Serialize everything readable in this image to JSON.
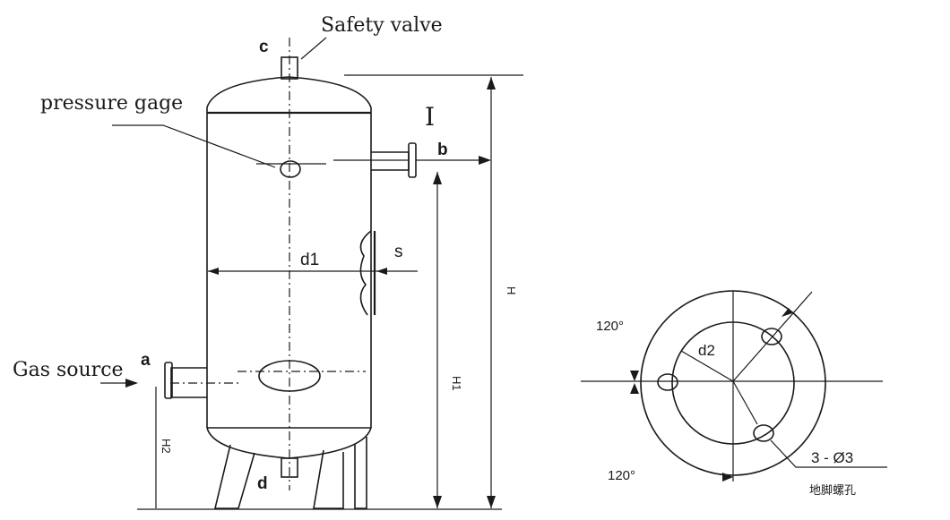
{
  "labels": {
    "safety_valve": "Safety valve",
    "pressure_gage": "pressure gage",
    "gas_source": "Gas source",
    "roman_one": "I",
    "port_a": "a",
    "port_b": "b",
    "port_c": "c",
    "port_d": "d",
    "diameter_d1": "d1",
    "thickness_s": "s",
    "height_total": "H",
    "height_outlet": "H1",
    "height_inlet": "H2",
    "diameter_d2": "d2",
    "angle_top": "120°",
    "angle_bottom": "120°",
    "bolt_holes": "3 - Ø3",
    "anchor_bolt_holes": "地脚螺孔"
  },
  "colors": {
    "line": "#1a1a1a",
    "background": "#ffffff"
  }
}
